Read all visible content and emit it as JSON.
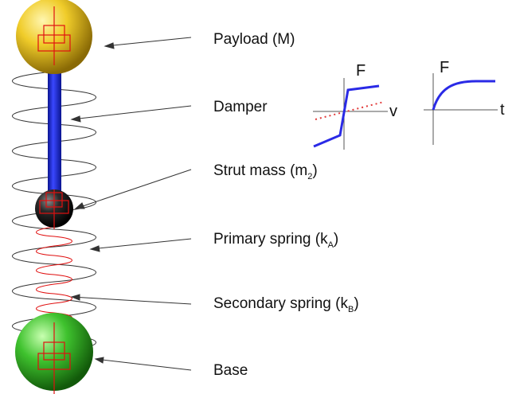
{
  "labels": {
    "payload": {
      "text": "Payload (M)"
    },
    "damper": {
      "text": "Damper"
    },
    "strut": {
      "text": "Strut mass (m",
      "sub": "2",
      "close": ")"
    },
    "primary": {
      "text": "Primary spring (k",
      "sub": "A",
      "close": ")"
    },
    "secondary": {
      "text": "Secondary spring (k",
      "sub": "B",
      "close": ")"
    },
    "base": {
      "text": "Base"
    }
  },
  "graphs": {
    "damper_force": {
      "y_label": "F",
      "x_label": "v"
    },
    "force_time": {
      "y_label": "F",
      "x_label": "t"
    }
  },
  "colors": {
    "payload_sphere": "#e8c21a",
    "strut_sphere": "#1a1a1a",
    "base_sphere": "#36b62a",
    "damper_rod": "#1f2bd0",
    "curve": "#2a2ae6",
    "dotted": "#e23a3a",
    "frame_red": "#e01010"
  }
}
